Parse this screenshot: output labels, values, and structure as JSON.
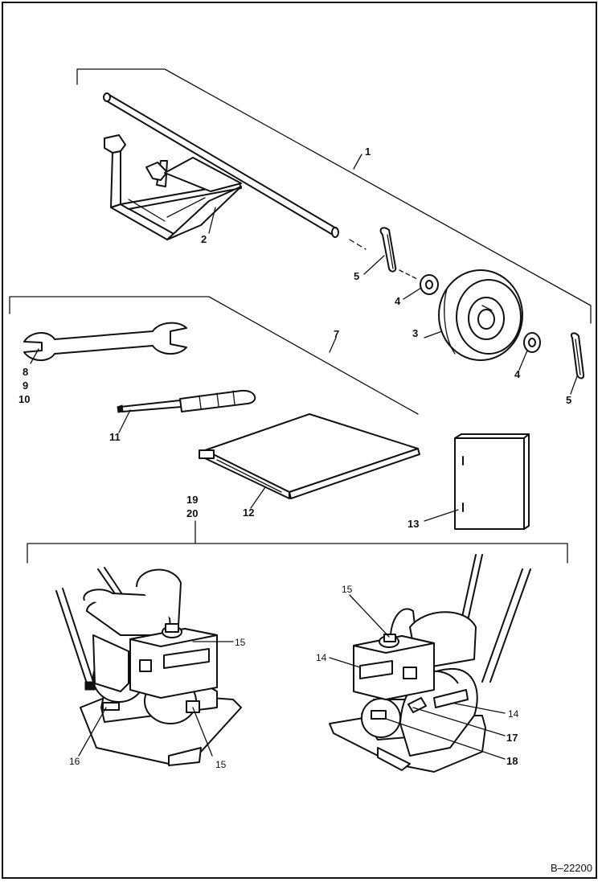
{
  "figure_id": "B–22200",
  "callouts": {
    "c1": "1",
    "c2": "2",
    "c3": "3",
    "c4a": "4",
    "c4b": "4",
    "c5a": "5",
    "c5b": "5",
    "c7": "7",
    "c8": "8",
    "c9": "9",
    "c10": "10",
    "c11": "11",
    "c12": "12",
    "c13": "13",
    "c14a": "14",
    "c14b": "14",
    "c15a": "15",
    "c15b": "15",
    "c15c": "15",
    "c16": "16",
    "c17": "17",
    "c18": "18",
    "c19": "19",
    "c20": "20"
  }
}
